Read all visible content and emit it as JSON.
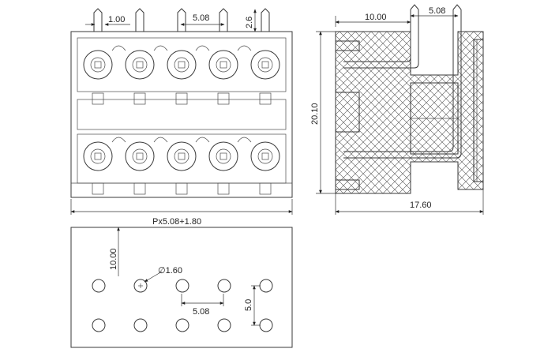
{
  "front_view": {
    "pitch_label": "1.00",
    "pin_pitch_label": "5.08",
    "pin_height_label": "2.6",
    "total_width_label": "Px5.08+1.80",
    "positions_per_row": 5,
    "rows": 2
  },
  "side_view": {
    "top_length_label": "10.00",
    "top_pitch_label": "5.08",
    "height_label": "20.10",
    "depth_label": "17.60"
  },
  "pcb_layout": {
    "offset_label": "10.00",
    "hole_diameter_label": "∅1.60",
    "hole_pitch_label": "5.08",
    "row_pitch_label": "5.0",
    "holes_per_row": 5,
    "rows": 2
  }
}
